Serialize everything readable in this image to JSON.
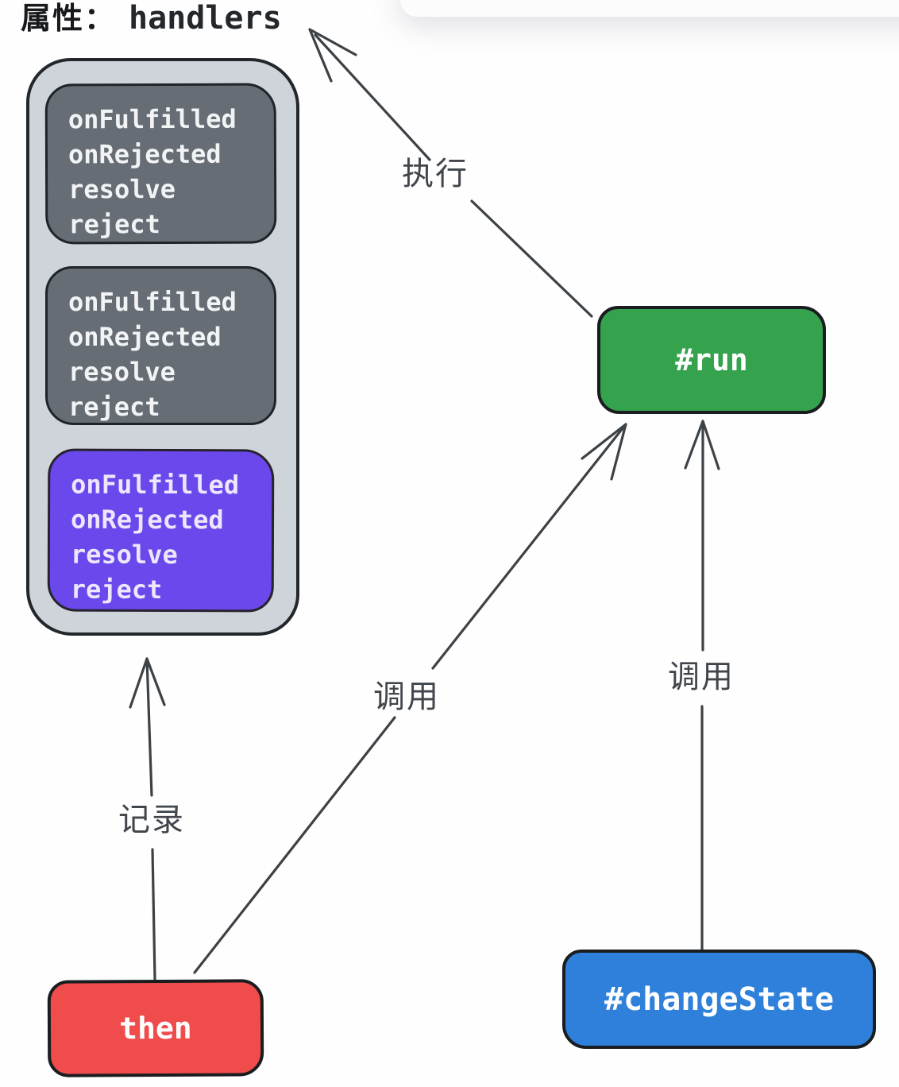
{
  "title": {
    "prefix": "属性：",
    "code": "handlers"
  },
  "handlers": {
    "container_fill": "#cfd4da",
    "boxes": [
      {
        "name": "handler-slot-1",
        "fill": "#666d75",
        "lines": [
          "onFulfilled",
          "onRejected",
          "resolve",
          "reject"
        ]
      },
      {
        "name": "handler-slot-2",
        "fill": "#666d75",
        "lines": [
          "onFulfilled",
          "onRejected",
          "resolve",
          "reject"
        ]
      },
      {
        "name": "handler-slot-3",
        "fill": "#6a48ec",
        "lines": [
          "onFulfilled",
          "onRejected",
          "resolve",
          "reject"
        ]
      }
    ]
  },
  "nodes": {
    "run": {
      "label": "#run",
      "fill": "#35a24d"
    },
    "then": {
      "label": "then",
      "fill": "#f04c4c"
    },
    "change_state": {
      "label": "#changeState",
      "fill": "#2e80da"
    }
  },
  "edges": {
    "execute": {
      "label": "执行",
      "from": "run",
      "to": "handlers-title"
    },
    "record": {
      "label": "记录",
      "from": "then",
      "to": "handlers-container"
    },
    "call_then_run": {
      "label": "调用",
      "from": "then",
      "to": "run"
    },
    "call_changestate_run": {
      "label": "调用",
      "from": "change_state",
      "to": "run"
    }
  },
  "stroke_color": "#3d4247"
}
